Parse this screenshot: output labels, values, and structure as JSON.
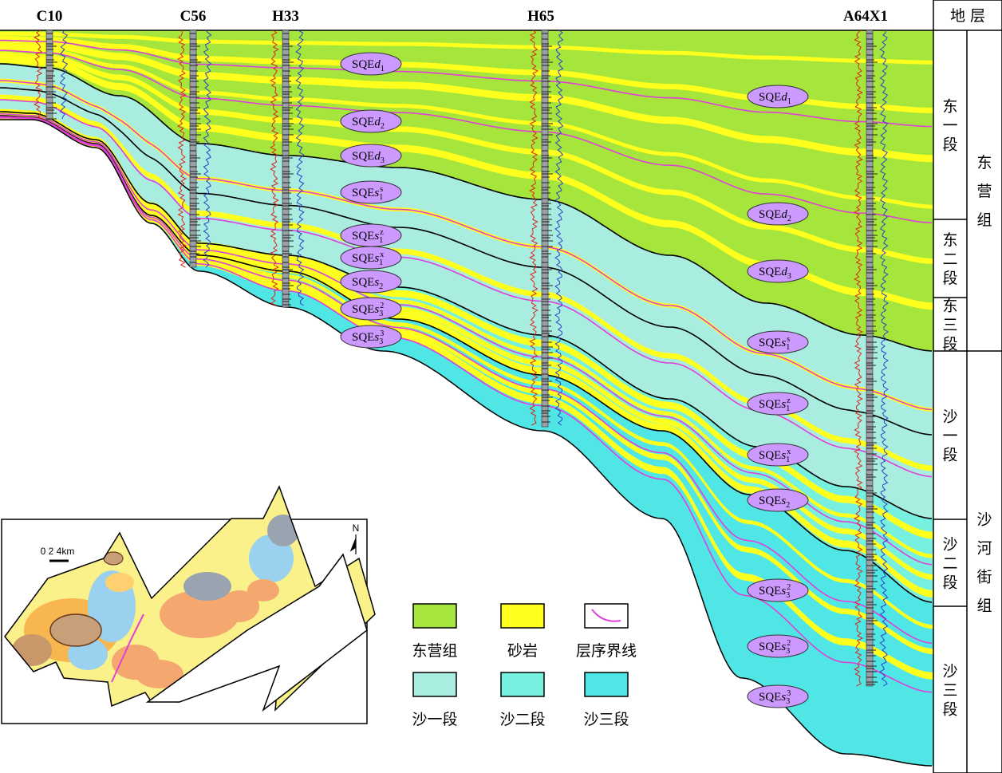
{
  "wells": [
    "C10",
    "C56",
    "H33",
    "H65",
    "A64X1"
  ],
  "strat_table": {
    "header": "地 层",
    "members": [
      "东一段",
      "东二段",
      "东三段",
      "沙一段",
      "沙二段",
      "沙三段"
    ],
    "formations": [
      "东营组",
      "沙河街组"
    ]
  },
  "sequences": [
    {
      "main": "SQE",
      "italic": "d",
      "sub": "1",
      "sup": ""
    },
    {
      "main": "SQE",
      "italic": "d",
      "sub": "2",
      "sup": ""
    },
    {
      "main": "SQE",
      "italic": "d",
      "sub": "3",
      "sup": ""
    },
    {
      "main": "SQE",
      "italic": "s",
      "sub": "1",
      "sup": "s"
    },
    {
      "main": "SQE",
      "italic": "s",
      "sub": "1",
      "sup": "z"
    },
    {
      "main": "SQE",
      "italic": "s",
      "sub": "1",
      "sup": "x"
    },
    {
      "main": "SQE",
      "italic": "s",
      "sub": "2",
      "sup": ""
    },
    {
      "main": "SQE",
      "italic": "s",
      "sub": "3",
      "sup": "2"
    },
    {
      "main": "SQE",
      "italic": "s",
      "sub": "3",
      "sup": "3"
    }
  ],
  "legend": [
    {
      "label": "东营组",
      "color": "#a6e63c"
    },
    {
      "label": "砂岩",
      "color": "#ffff1e"
    },
    {
      "label": "层序界线",
      "color": "#ffffff",
      "line_color": "#e040d8"
    },
    {
      "label": "沙一段",
      "color": "#a8ede0"
    },
    {
      "label": "沙二段",
      "color": "#78f0e0"
    },
    {
      "label": "沙三段",
      "color": "#50e6e6"
    }
  ],
  "inset": {
    "scale": "0 2 4km",
    "north": "N"
  },
  "colors": {
    "dongying": "#a6e63c",
    "sand": "#ffff1e",
    "sha1": "#a8ede0",
    "sha2": "#78f0e0",
    "sha3": "#50e6e6",
    "boundary": "#e040d8",
    "seq_ellipse": "#cc99ff"
  }
}
